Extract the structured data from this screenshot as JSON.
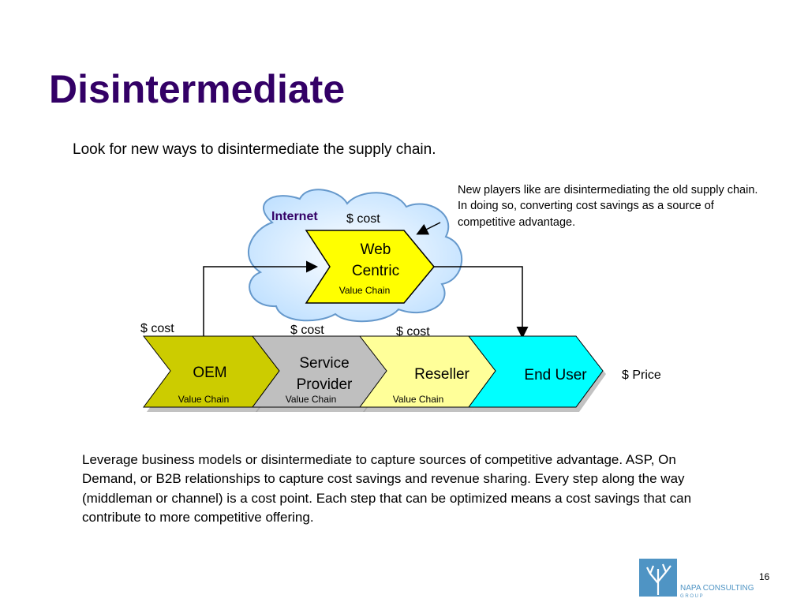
{
  "slide": {
    "title": "Disintermediate",
    "subtitle": "Look for new ways to disintermediate the supply chain.",
    "note": "New players like are disintermediating the old supply chain. In doing so, converting cost savings as a source of competitive advantage.",
    "body": "Leverage business models or disintermediate to capture sources of competitive advantage. ASP, On Demand, or B2B relationships to capture cost savings and revenue sharing.  Every step along the way (middleman or channel) is a cost point.  Each step that can be optimized means a cost savings that can contribute to more competitive offering.",
    "page_number": "16"
  },
  "diagram": {
    "cloud_label": "Internet",
    "web": {
      "line1": "Web",
      "line2": "Centric",
      "sub": "Value Chain",
      "cost": "$ cost"
    },
    "chain": [
      {
        "line1": "OEM",
        "line2": "",
        "sub": "Value Chain",
        "cost": "$ cost",
        "color": "#cccc00"
      },
      {
        "line1": "Service",
        "line2": "Provider",
        "sub": "Value Chain",
        "cost": "$ cost",
        "color": "#bfbfbf"
      },
      {
        "line1": "Reseller",
        "line2": "",
        "sub": "Value Chain",
        "cost": "$ cost",
        "color": "#ffff99"
      },
      {
        "line1": "End User",
        "line2": "",
        "sub": "",
        "cost": "",
        "color": "#00ffff"
      }
    ],
    "price_label": "$ Price"
  },
  "logo": {
    "name": "NAPA CONSULTING",
    "sub": "G R O U P"
  },
  "colors": {
    "title": "#330066",
    "cloud": "#cce6ff",
    "web_chevron": "#ffff00"
  }
}
